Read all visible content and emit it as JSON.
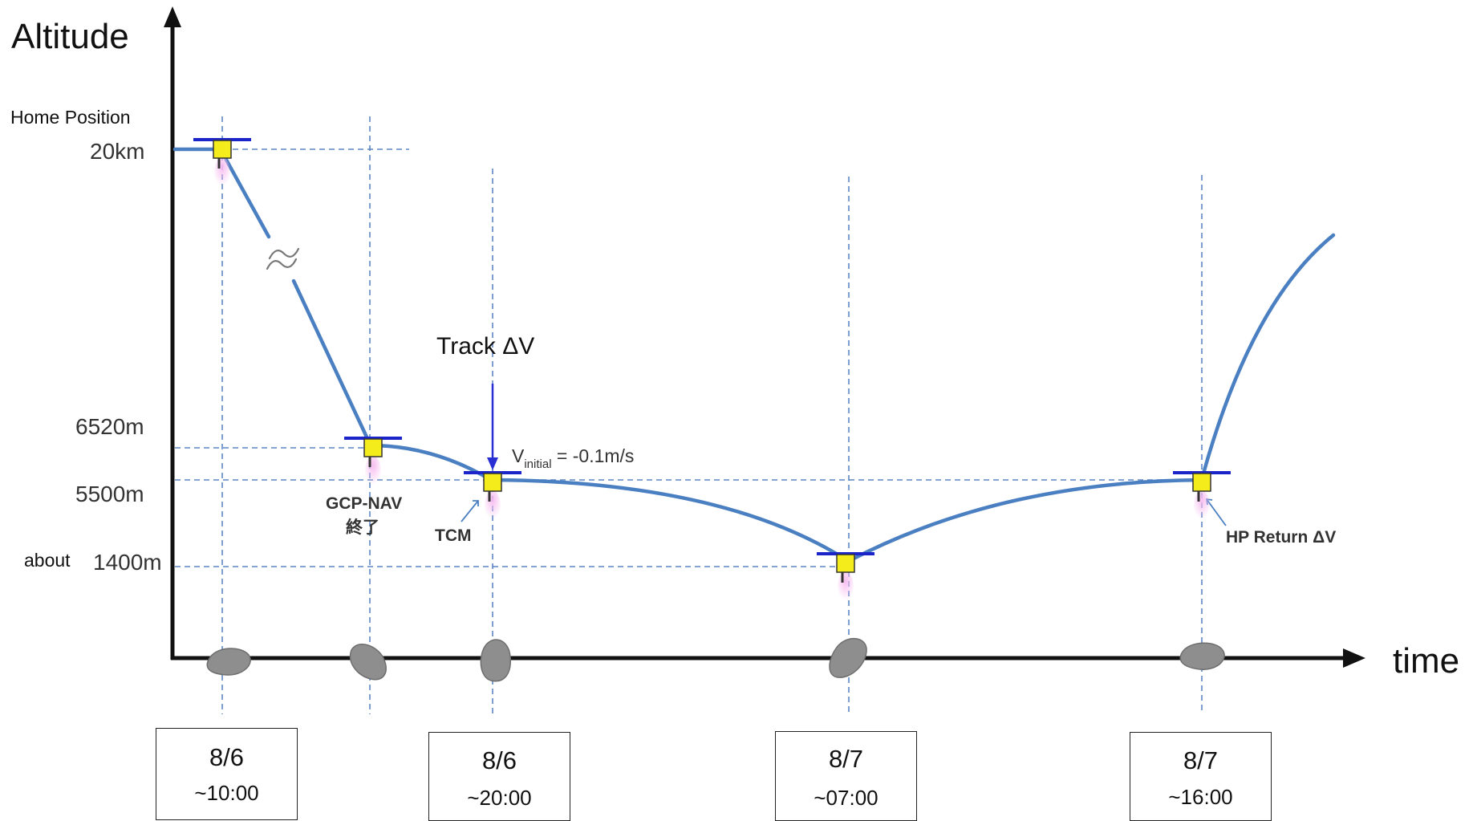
{
  "axes": {
    "y_title": "Altitude",
    "x_title": "time"
  },
  "altitude_labels": {
    "home_position": "Home Position",
    "alt_20km": "20km",
    "alt_6520m": "6520m",
    "alt_5500m": "5500m",
    "about": "about",
    "alt_1400m": "1400m"
  },
  "annotations": {
    "track_dv": "Track ΔV",
    "v_initial_prefix": "V",
    "v_initial_sub": "initial",
    "v_initial_value": " = -0.1m/s",
    "gcp_nav_line1": "GCP-NAV",
    "gcp_nav_line2": "終了",
    "tcm": "TCM",
    "hp_return": "HP Return ΔV"
  },
  "timeline": [
    {
      "date": "8/6",
      "time": "~10:00"
    },
    {
      "date": "8/6",
      "time": "~20:00"
    },
    {
      "date": "8/7",
      "time": "~07:00"
    },
    {
      "date": "8/7",
      "time": "~16:00"
    }
  ],
  "colors": {
    "trajectory": "#4a7fc1",
    "guide_line": "#5b86c4",
    "spacecraft_body": "#f5ec1c",
    "solar_panel": "#1a24c8",
    "thruster_plume": "#f0a6e8",
    "asteroid": "#8e8e8e",
    "arrow": "#2a2fd4"
  },
  "icons": {
    "spacecraft": "spacecraft-icon",
    "asteroid": "asteroid-icon",
    "wavy_break": "wavy-break-icon"
  }
}
